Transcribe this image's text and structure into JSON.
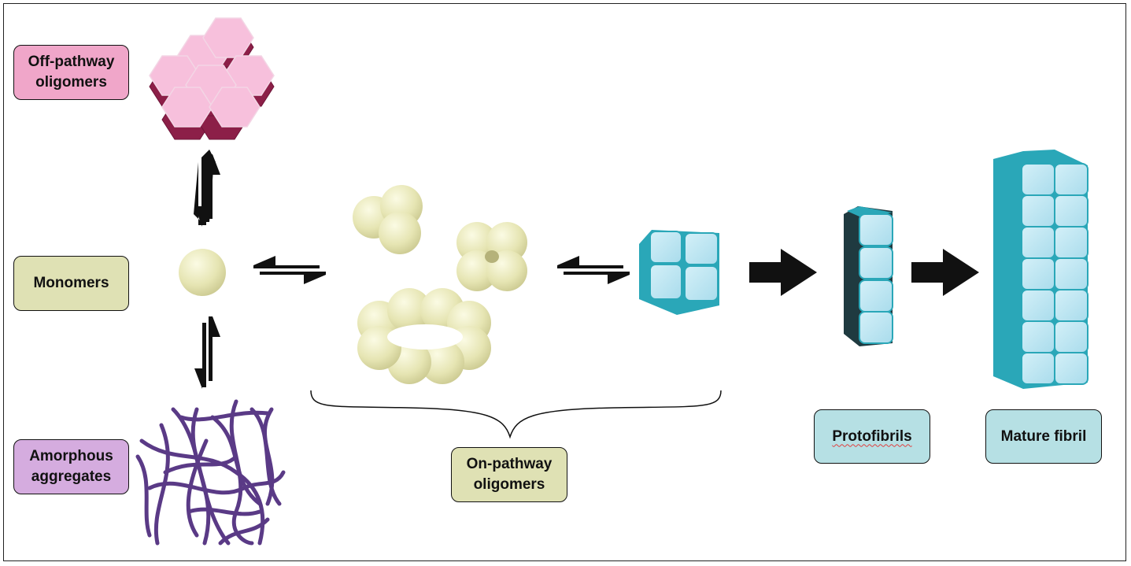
{
  "labels": {
    "off_pathway": "Off-pathway\noligomers",
    "monomers": "Monomers",
    "amorphous": "Amorphous\naggregates",
    "on_pathway": "On-pathway\noligomers",
    "protofibrils": "Protofibrils",
    "mature_fibril": "Mature fibril"
  },
  "colors": {
    "off_pathway_label_bg": "#f0a6c9",
    "monomers_label_bg": "#dfe1b4",
    "amorphous_label_bg": "#d5acdf",
    "on_pathway_label_bg": "#dfe1b4",
    "fibril_label_bg": "#b6e0e4",
    "monomer_sphere": "#e6e5b3",
    "hex_top": "#f7c0dc",
    "hex_side": "#8c1f48",
    "aggregate_strand": "#5a3a86",
    "fibril_face": "#bfe6f2",
    "fibril_side": "#2aa7b8",
    "arrow": "#111111"
  },
  "icons": [
    "hexagon-cluster-icon",
    "sphere-icon",
    "tangled-strands-icon",
    "equilibrium-arrow-icon",
    "block-arrow-icon",
    "curly-brace-icon"
  ]
}
